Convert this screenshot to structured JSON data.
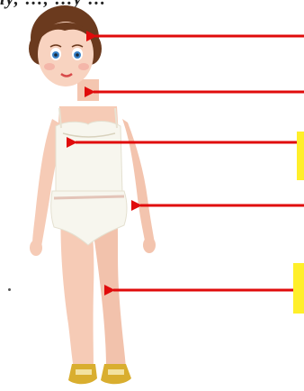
{
  "header": {
    "partial_text": "ly, …, …y …"
  },
  "image": {
    "subject": "doll-body-parts"
  },
  "colors": {
    "arrow": "#e00b0b",
    "label_box": "#ffef2a",
    "skin": "#f6cbb6",
    "hair": "#6b3a1e",
    "underwear": "#f7f6ee",
    "shoe": "#d9ae2f"
  },
  "arrows": [
    {
      "target": "head"
    },
    {
      "target": "neck"
    },
    {
      "target": "chest"
    },
    {
      "target": "arm"
    },
    {
      "target": "leg"
    }
  ]
}
